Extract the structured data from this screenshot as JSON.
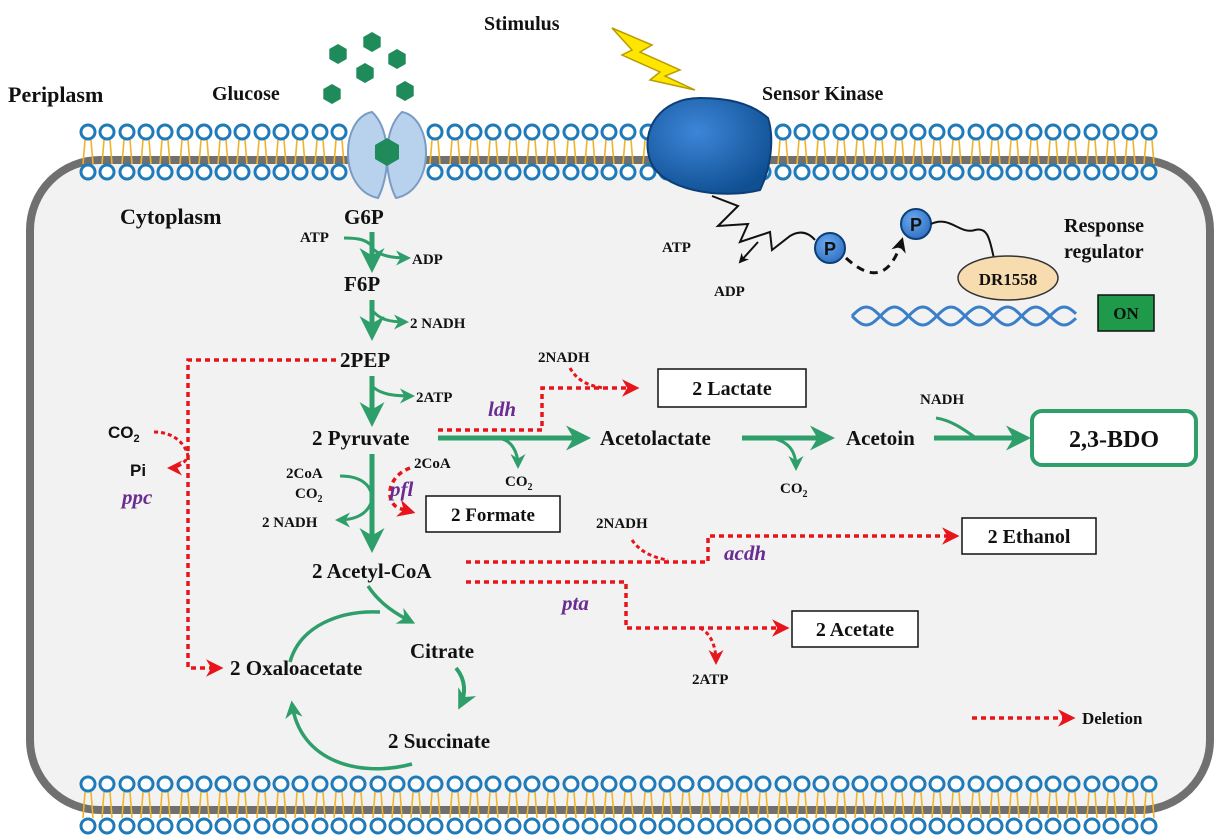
{
  "colors": {
    "pathway": "#2e9e6a",
    "deletion": "#e8141b",
    "gene_label": "#6a2c91",
    "kinase": "#1a66b0",
    "phospho": "#3d86d8",
    "regulator_fill": "#f7dcb0",
    "on_box": "#1f9a4a",
    "cell_border": "#707070",
    "cytoplasm": "#f2f2f2",
    "dna": "#3a7fc8",
    "lipid_head": "#1e7ab8",
    "lipid_tail": "#f0b42a",
    "glucose": "#1f8a5a",
    "transporter": "#b8d2ee",
    "bolt": "#ffe600"
  },
  "labels": {
    "stimulus": "Stimulus",
    "periplasm": "Periplasm",
    "glucose": "Glucose",
    "sensor_kinase": "Sensor Kinase",
    "cytoplasm": "Cytoplasm",
    "response_regulator_line1": "Response",
    "response_regulator_line2": "regulator",
    "regulator_protein": "DR1558",
    "phosphate": "P",
    "on": "ON"
  },
  "metabolites": {
    "g6p": "G6P",
    "f6p": "F6P",
    "pep": "2PEP",
    "pyruvate": "2 Pyruvate",
    "acetolactate": "Acetolactate",
    "acetoin": "Acetoin",
    "bdo": "2,3-BDO",
    "acetyl_coa": "2 Acetyl-CoA",
    "citrate": "Citrate",
    "oxaloacetate": "2 Oxaloacetate",
    "succinate": "2 Succinate",
    "lactate": "2 Lactate",
    "formate": "2 Formate",
    "ethanol": "2 Ethanol",
    "acetate": "2 Acetate"
  },
  "cofactors": {
    "atp_in_glycolysis": "ATP",
    "adp_glycolysis": "ADP",
    "nadh_f6p": "2 NADH",
    "atp_pep": "2ATP",
    "nadh_lactate": "2NADH",
    "coa_pfl": "2CoA",
    "co2_pyruvate": "CO",
    "coa_left": "2CoA",
    "co2_left": "CO",
    "nadh_left": "2 NADH",
    "co2_acetolactate": "CO",
    "nadh_acetoin": "NADH",
    "nadh_ethanol": "2NADH",
    "atp_acetate": "2ATP",
    "co2_ppc": "CO",
    "pi_ppc": "Pi",
    "atp_kinase": "ATP",
    "adp_kinase": "ADP",
    "subscript_two": "2"
  },
  "genes": {
    "ppc": "ppc",
    "ldh": "ldh",
    "pfl": "pfl",
    "acdh": "acdh",
    "pta": "pta"
  },
  "legend": {
    "deletion": "Deletion"
  }
}
